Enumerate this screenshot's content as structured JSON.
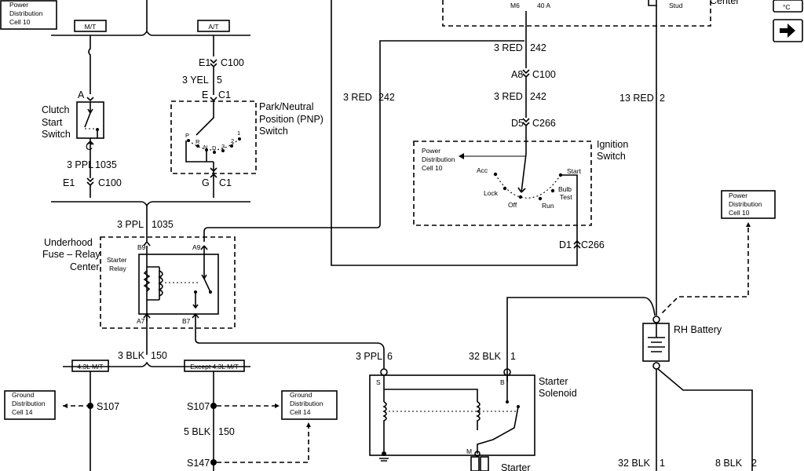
{
  "labels": {
    "pdc_topleft": [
      "Power",
      "Distribution",
      "Cell 10"
    ],
    "mt": "M/T",
    "at": "A/T",
    "m6": "M6",
    "fuse_40a": "40 A",
    "stud": "Stud",
    "center_partial": "Center",
    "wire_red_242": "3 RED",
    "circuit_242": "242",
    "wire_a8": "A8",
    "conn_c100": "C100",
    "wire_red_242_b": "3 RED",
    "circuit_242_b": "242",
    "wire_d5": "D5",
    "conn_c266": "C266",
    "ignition_switch": [
      "Ignition",
      "Switch"
    ],
    "pdc_ign": [
      "Power",
      "Distribution",
      "Cell 10"
    ],
    "acc": "Acc",
    "lock": "Lock",
    "off": "Off",
    "run": "Run",
    "start": "Start",
    "bulb_test": [
      "Bulb",
      "Test"
    ],
    "wire_d1": "D1",
    "conn_c266_b": "C266",
    "wire_red_242_left": "3 RED",
    "circuit_242_left": "242",
    "wire_13_red": "13 RED",
    "circuit_2": "2",
    "pdc_right": [
      "Power",
      "Distribution",
      "Cell 10"
    ],
    "rh_battery": "RH Battery",
    "e1_top": "E1",
    "c100_top": "C100",
    "wire_3_yel": "3 YEL",
    "circuit_5": "5",
    "e_pin": "E",
    "c1_top": "C1",
    "pnp_switch": [
      "Park/Neutral",
      "Position (PNP)",
      "Switch"
    ],
    "pnp_gears": [
      "P",
      "R",
      "N",
      "D",
      "3",
      "2",
      "1"
    ],
    "g_pin": "G",
    "c1_bottom": "C1",
    "a_pin": "A",
    "clutch_switch": [
      "Clutch",
      "Start",
      "Switch"
    ],
    "c_pin": "C",
    "wire_3_ppl": "3 PPL",
    "circuit_1035": "1035",
    "e1_bottom": "E1",
    "c100_bottom": "C100",
    "wire_3_ppl_b": "3 PPL",
    "circuit_1035_b": "1035",
    "underhood": [
      "Underhood",
      "Fuse – Relay",
      "Center"
    ],
    "b9": "B9",
    "a9": "A9",
    "starter_relay": [
      "Starter",
      "Relay"
    ],
    "a7": "A7",
    "b7": "B7",
    "wire_3_blk": "3 BLK",
    "circuit_150": "150",
    "tab_43l": "4.3L M/T",
    "tab_except": "Except 4.3L M/T",
    "gdc_left": [
      "Ground",
      "Distribution",
      "Cell 14"
    ],
    "s107_left": "S107",
    "s107_mid": "S107",
    "gdc_mid": [
      "Ground",
      "Distribution",
      "Cell 14"
    ],
    "wire_5_blk": "5 BLK",
    "circuit_150_b": "150",
    "s147": "S147",
    "wire_3_ppl_6": "3 PPL",
    "circuit_6": "6",
    "wire_32_blk": "32 BLK",
    "circuit_1": "1",
    "starter_solenoid": [
      "Starter",
      "Solenoid"
    ],
    "s_term": "S",
    "b_term": "B",
    "m_term": "M",
    "starter_partial": "Starter",
    "wire_32_blk_b": "32 BLK",
    "circuit_1_b": "1",
    "wire_8_blk": "8 BLK",
    "circuit_2_b": "2",
    "temp_icon_text": "°C"
  }
}
